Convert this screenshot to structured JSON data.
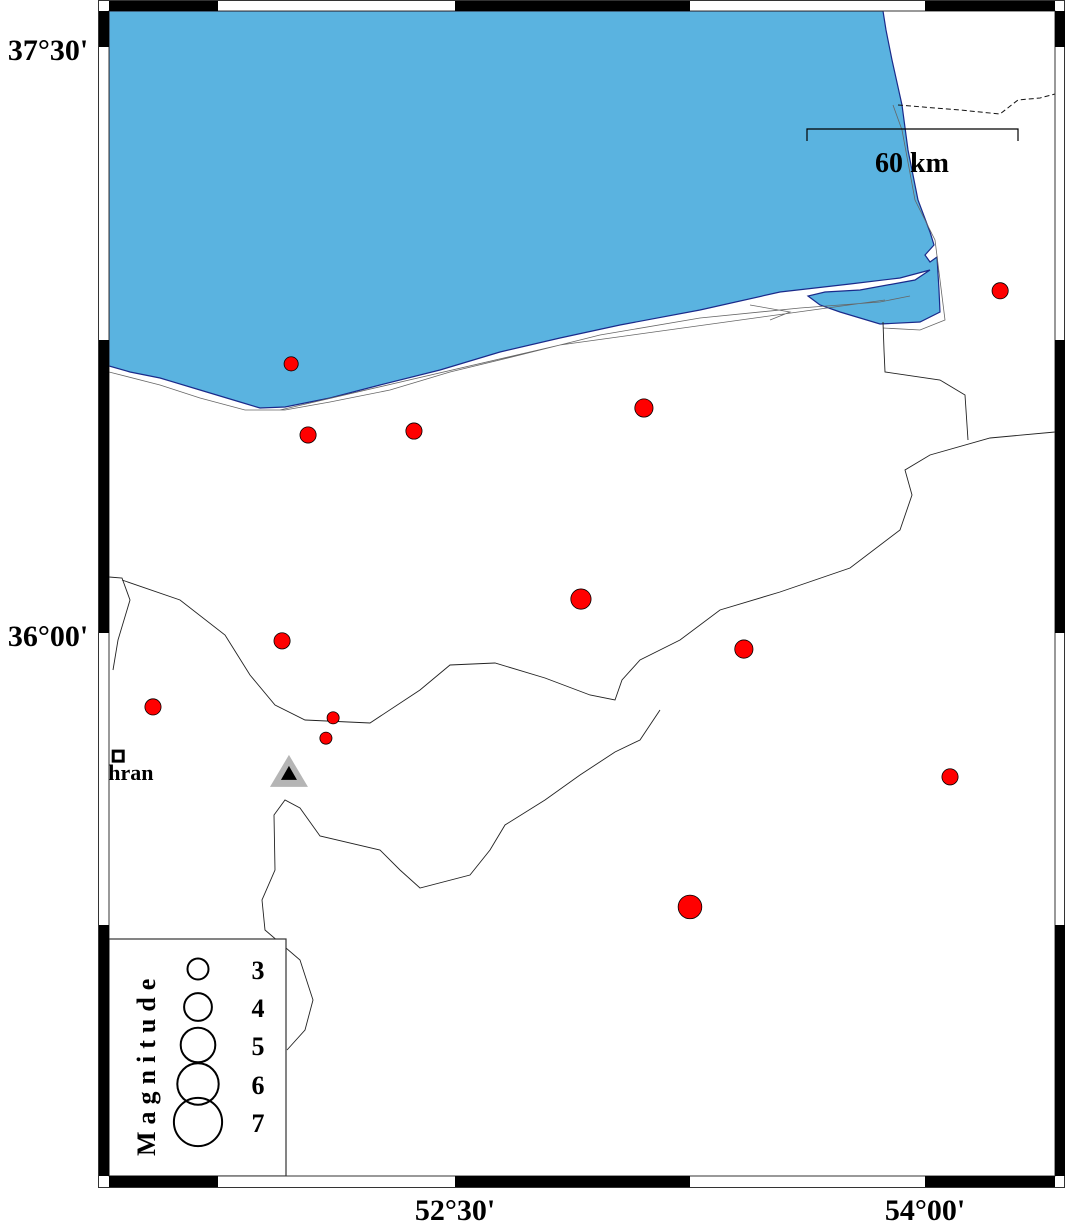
{
  "map": {
    "sea_color": "#5ab3e0",
    "coast_color": "#1a2a8a",
    "event_color": "#ff0000",
    "bounds": {
      "lon_min": 51.396,
      "lon_max": 54.415,
      "lat_min": 34.61,
      "lat_max": 37.592
    },
    "axis_labels": {
      "lat_top": "37°30'",
      "lat_mid": "36°00'",
      "lon_left": "52°30'",
      "lon_right": "54°00'"
    },
    "scale_bar": {
      "label": "60 km"
    },
    "city": {
      "name": "hran",
      "lon": 51.425,
      "lat": 35.685
    },
    "station": {
      "lon": 51.97,
      "lat": 35.642
    },
    "events": [
      {
        "lon": 51.977,
        "lat": 36.689,
        "mag": 1.7
      },
      {
        "lon": 52.031,
        "lat": 36.507,
        "mag": 2.0
      },
      {
        "lon": 52.369,
        "lat": 36.517,
        "mag": 2.0
      },
      {
        "lon": 53.103,
        "lat": 36.576,
        "mag": 2.3
      },
      {
        "lon": 54.24,
        "lat": 36.876,
        "mag": 2.0
      },
      {
        "lon": 52.902,
        "lat": 36.087,
        "mag": 2.6
      },
      {
        "lon": 51.948,
        "lat": 35.98,
        "mag": 2.0
      },
      {
        "lon": 53.422,
        "lat": 35.959,
        "mag": 2.3
      },
      {
        "lon": 51.536,
        "lat": 35.811,
        "mag": 2.0
      },
      {
        "lon": 52.111,
        "lat": 35.783,
        "mag": 1.4
      },
      {
        "lon": 52.088,
        "lat": 35.731,
        "mag": 1.4
      },
      {
        "lon": 54.08,
        "lat": 35.632,
        "mag": 2.0
      },
      {
        "lon": 53.25,
        "lat": 35.299,
        "mag": 3.1
      }
    ]
  },
  "legend": {
    "title": "Magnitude",
    "entries": [
      {
        "label": "3",
        "mag": 3
      },
      {
        "label": "4",
        "mag": 4
      },
      {
        "label": "5",
        "mag": 5
      },
      {
        "label": "6",
        "mag": 6
      },
      {
        "label": "7",
        "mag": 7
      }
    ]
  }
}
